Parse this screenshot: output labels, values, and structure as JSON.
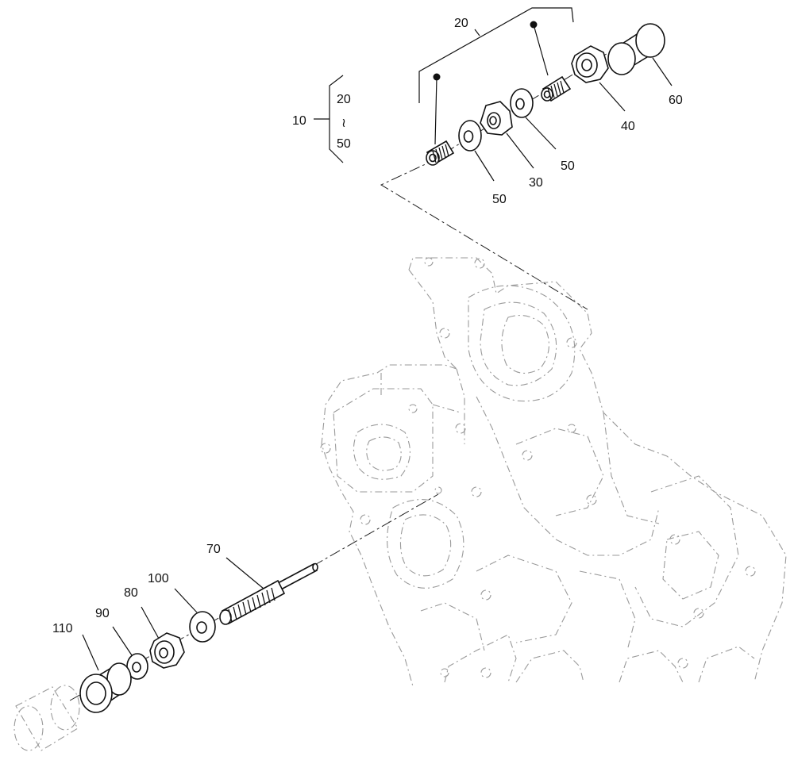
{
  "callouts": {
    "group_10": "10",
    "group_range_top": "20",
    "group_range_sym": "≀",
    "group_range_bottom": "50",
    "p20": "20",
    "p30": "30",
    "p40": "40",
    "p50a": "50",
    "p50b": "50",
    "p60": "60",
    "p70": "70",
    "p80": "80",
    "p90": "90",
    "p100": "100",
    "p110": "110"
  }
}
